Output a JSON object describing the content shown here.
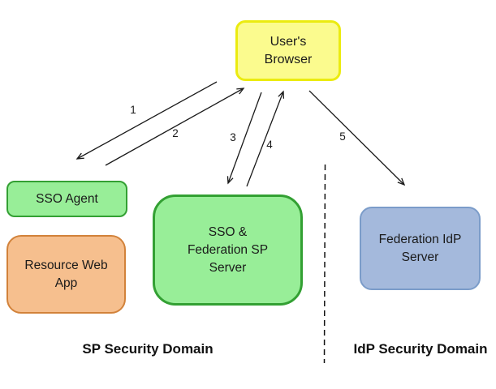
{
  "nodes": {
    "users_browser": {
      "lines": [
        "User's",
        "Browser"
      ],
      "fill": "#fbfb8e",
      "border": "#ebeb10"
    },
    "sso_agent": {
      "lines": [
        "SSO Agent"
      ],
      "fill": "#98ee98",
      "border": "#33a033"
    },
    "resource_web_app": {
      "lines": [
        "Resource Web",
        "App"
      ],
      "fill": "#f6bf8e",
      "border": "#d2823a"
    },
    "sso_federation_sp_server": {
      "lines": [
        "SSO &",
        "Federation SP",
        "Server"
      ],
      "fill": "#98ee98",
      "border": "#33a033"
    },
    "federation_idp_server": {
      "lines": [
        "Federation IdP",
        "Server"
      ],
      "fill": "#a4b9dc",
      "border": "#7b9cc9"
    }
  },
  "arrows": [
    {
      "label": "1",
      "from": "users_browser",
      "to": "sso_agent"
    },
    {
      "label": "2",
      "from": "sso_agent",
      "to": "users_browser"
    },
    {
      "label": "3",
      "from": "users_browser",
      "to": "sso_federation_sp_server"
    },
    {
      "label": "4",
      "from": "sso_federation_sp_server",
      "to": "users_browser"
    },
    {
      "label": "5",
      "from": "users_browser",
      "to": "federation_idp_server"
    }
  ],
  "domain_labels": {
    "sp": "SP Security Domain",
    "idp": "IdP Security Domain"
  },
  "divider": {
    "style": "dashed",
    "color": "#111111"
  }
}
